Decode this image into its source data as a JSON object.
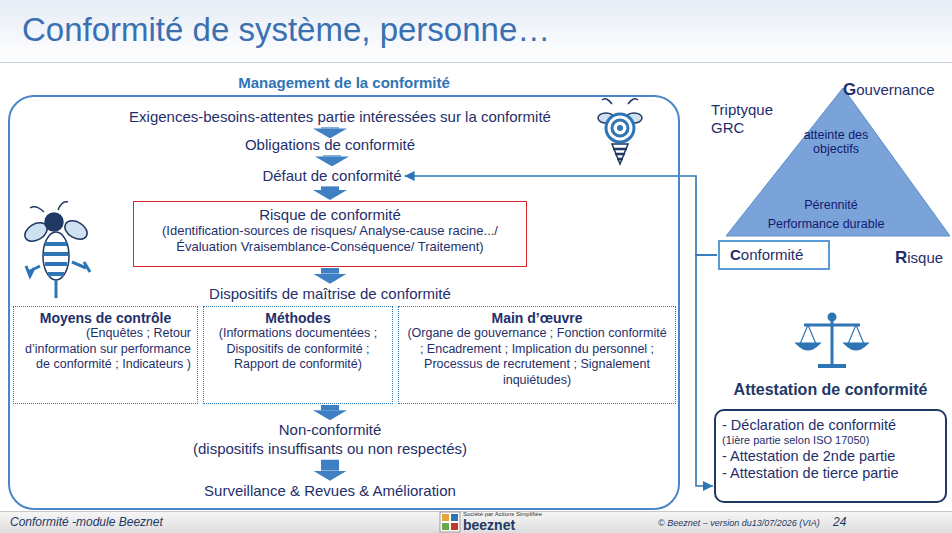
{
  "diagram": {
    "title": "Conformité de système, personne…",
    "nodes": [
      {
        "text": [
          "Management de la conformité"
        ]
      },
      {
        "text": [
          "Exigences-besoins-attentes partie intéressées sur la conformité"
        ],
        "in": 0
      },
      {
        "text": [
          "Obligations de conformité"
        ],
        "in": 0
      },
      {
        "text": [
          "Défaut de conformité"
        ],
        "in": 0
      },
      {
        "text": [
          "Risque de conformité",
          "(Identification-sources de risques/ Analyse-cause racine.../ Évaluation Vraisemblance-Conséquence/ Traitement)"
        ],
        "in": 0
      },
      {
        "text": [
          "Dispositifs de maîtrise de conformité"
        ],
        "in": 0
      },
      {
        "text": [
          "Moyens de contrôle",
          "(Enquêtes ; Retour d’information sur performance de conformité ; Indicateurs )"
        ],
        "in": 0
      },
      {
        "text": [
          "Méthodes",
          "(Informations documentées ; Dispositifs de conformité ; Rapport de conformité)"
        ],
        "in": 0
      },
      {
        "text": [
          "Main d’œuvre",
          "(Organe de gouvernance ; Fonction conformité ; Encadrement ; Implication du personnel ; Processus de recrutement ; Signalement inquiétudes)"
        ],
        "in": 0
      },
      {
        "text": [
          "Non-conformité",
          "(dispositifs insuffisants ou non respectés)"
        ],
        "in": 0
      },
      {
        "text": [
          "Surveillance & Revues & Amélioration"
        ],
        "in": 0
      },
      {
        "text": [
          "atteinte des objectifs",
          "Pérennité",
          "Performance durable"
        ]
      },
      {
        "text": [
          "Conformité"
        ]
      },
      {
        "text": [
          "Attestation de conformité",
          "- Déclaration de conformité",
          "(1ière partie selon ISO 17050)",
          "- Attestation de 2nde partie",
          "- Attestation de tierce partie"
        ]
      }
    ],
    "edges": [
      {
        "from": 1,
        "to": 2,
        "arrow": "to"
      },
      {
        "from": 2,
        "to": 3,
        "arrow": "to"
      },
      {
        "from": 3,
        "to": 4,
        "arrow": "to"
      },
      {
        "from": 4,
        "to": 5,
        "arrow": "to"
      },
      {
        "from": 7,
        "to": 9,
        "arrow": "to"
      },
      {
        "from": 9,
        "to": 10,
        "arrow": "to"
      },
      {
        "from": 12,
        "to": 3,
        "arrow": "to"
      },
      {
        "from": 12,
        "to": 13,
        "arrow": "to"
      }
    ],
    "labels": [
      "Triptyque GRC",
      "Gouvernance",
      "Risque",
      "Conformité -module Beeznet",
      "Société par Actions Simplifiée",
      "beeznet",
      "© Beeznet – version du13/07/2026 (VIA)",
      "24"
    ]
  }
}
